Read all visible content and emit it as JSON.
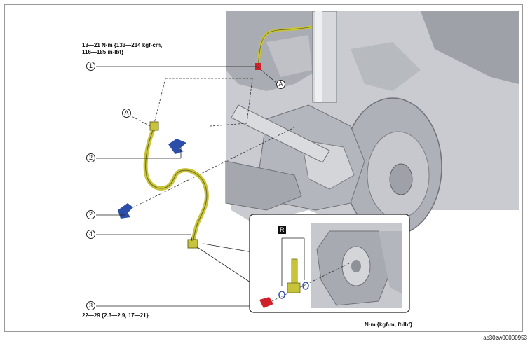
{
  "torque_top_line1": "13—21 N·m {133—214 kgf-cm,",
  "torque_top_line2": "116—185 in-lbf}",
  "torque_bottom": "22—29 {2.3—2.9, 17—21}",
  "unit_note": "N·m {kgf-m, ft-lbf}",
  "figure_code": "ac30zw00000953",
  "callouts": {
    "c1": "1",
    "c2a": "2",
    "c2b": "2",
    "c3": "3",
    "c4": "4"
  },
  "ref_marks": {
    "a_upper": "A",
    "a_left": "A"
  },
  "inset_badge": "R",
  "colors": {
    "hose": "#c8c43a",
    "clip": "#2b4ea8",
    "bolt": "#d0202a",
    "metal": "#b9bcc2",
    "metal_dark": "#6f7278"
  }
}
